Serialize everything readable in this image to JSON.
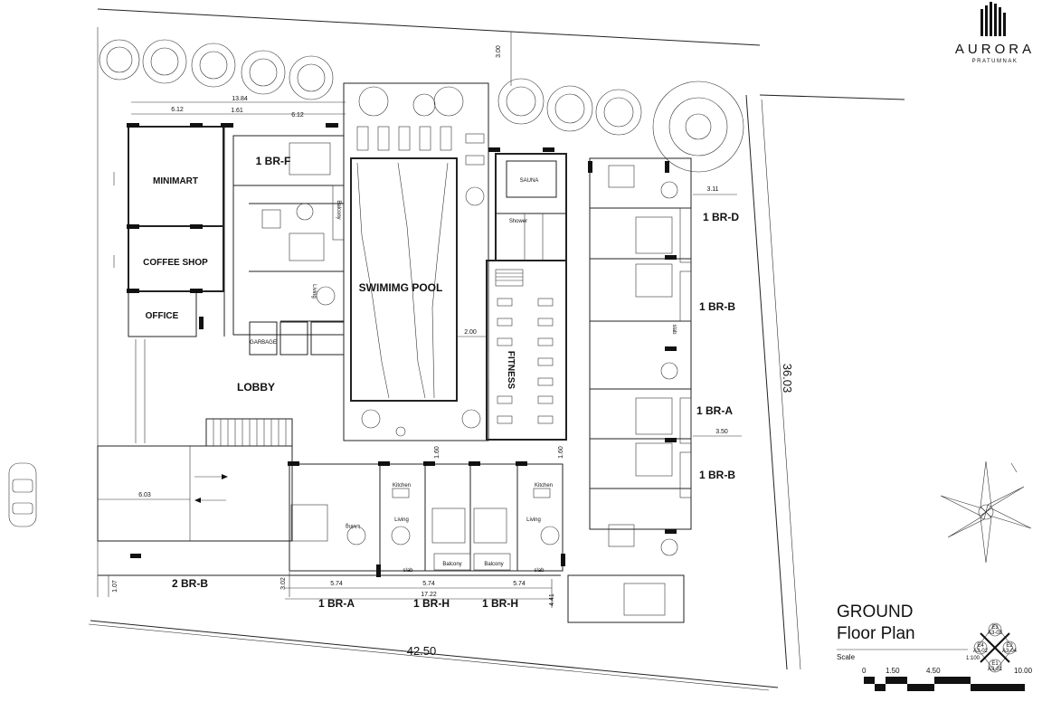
{
  "brand": {
    "name": "AURORA",
    "subtitle": "PRATUMNAK"
  },
  "title": {
    "line1": "GROUND",
    "line2": "Floor Plan"
  },
  "scale": {
    "label": "Scale",
    "ratio": "1:100",
    "ticks": [
      "0",
      "1.50",
      "4.50",
      "10.00"
    ]
  },
  "key_plan": {
    "top": "E3",
    "top_ref": "A3-03",
    "left": "E4",
    "left_ref": "A3-02",
    "right": "E2",
    "right_ref": "A3-04",
    "bottom": "E1",
    "bottom_ref": "A3-01"
  },
  "rooms": {
    "minimart": "MINIMART",
    "coffee_shop": "COFFEE SHOP",
    "office": "OFFICE",
    "lobby": "LOBBY",
    "garbage": "GARBAGE",
    "pool": "SWIMIMG POOL",
    "sauna": "SAUNA",
    "shower": "Shower",
    "fitness": "FITNESS"
  },
  "units": {
    "u1brf": "1 BR-F",
    "u1brd": "1 BR-D",
    "u1brb_1": "1 BR-B",
    "u1bra_r": "1 BR-A",
    "u1brb_2": "1 BR-B",
    "u2brb": "2 BR-B",
    "u1bra_b": "1 BR-A",
    "u1brh_1": "1 BR-H",
    "u1brh_2": "1 BR-H"
  },
  "room_labels": {
    "kitchen_1": "Kitchen",
    "kitchen_2": "Kitchen",
    "living_1": "Living",
    "living_2": "Living",
    "living_3": "Living",
    "living_4": "Living",
    "balcony_1": "Balcony",
    "balcony_2": "Balcony",
    "balcony_3": "Balcony",
    "slab_1": "slab",
    "slab_2": "slab",
    "slab_3": "slab"
  },
  "dimensions": {
    "d_13_84": "13.84",
    "d_6_12a": "6.12",
    "d_1_61": "1.61",
    "d_6_12b": "6.12",
    "d_3_00": "3.00",
    "d_3_11": "3.11",
    "d_3_50": "3.50",
    "d_2_00": "2.00",
    "d_1_60a": "1.60",
    "d_1_60b": "1.60",
    "d_6_03": "6.03",
    "d_5_74a": "5.74",
    "d_5_74b": "5.74",
    "d_5_74c": "5.74",
    "d_17_22": "17.22",
    "d_3_02": "3.02",
    "d_1_07": "1.07",
    "d_4_41": "4.41",
    "d_42_50": "42.50",
    "d_36_03": "36.03"
  }
}
